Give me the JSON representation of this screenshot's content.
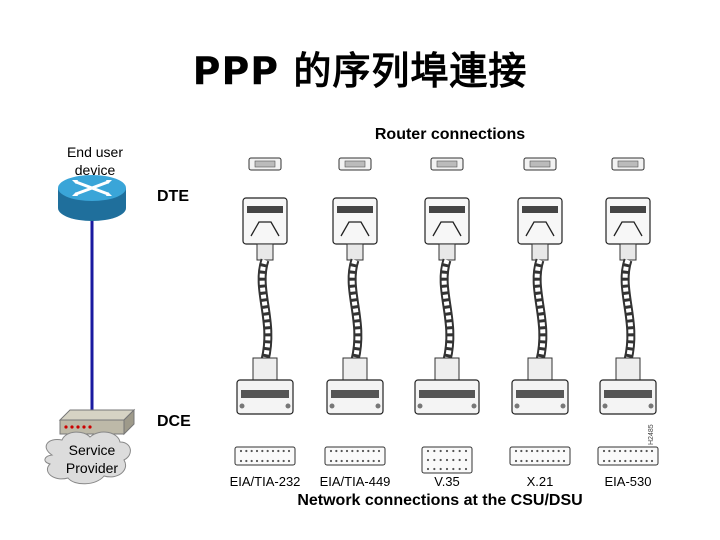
{
  "title": "PPP 的序列埠連接",
  "labels": {
    "end_user_device": [
      "End user",
      "device"
    ],
    "router_connections": "Router connections",
    "dte": "DTE",
    "dce": "DCE",
    "service_provider": [
      "Service",
      "Provider"
    ],
    "network_connections": "Network connections at the CSU/DSU",
    "side_code": "H2485"
  },
  "standards": [
    "EIA/TIA-232",
    "EIA/TIA-449",
    "V.35",
    "X.21",
    "EIA-530"
  ],
  "icons": [
    "router-icon",
    "csu-dsu-icon",
    "cloud-icon",
    "serial-cable-icon",
    "connector-icon"
  ],
  "colors": {
    "router": "#2a8fc4",
    "link_line": "#1a1aa0",
    "cloud": "#d8d8d8",
    "modem_lights": "#cc0000"
  }
}
